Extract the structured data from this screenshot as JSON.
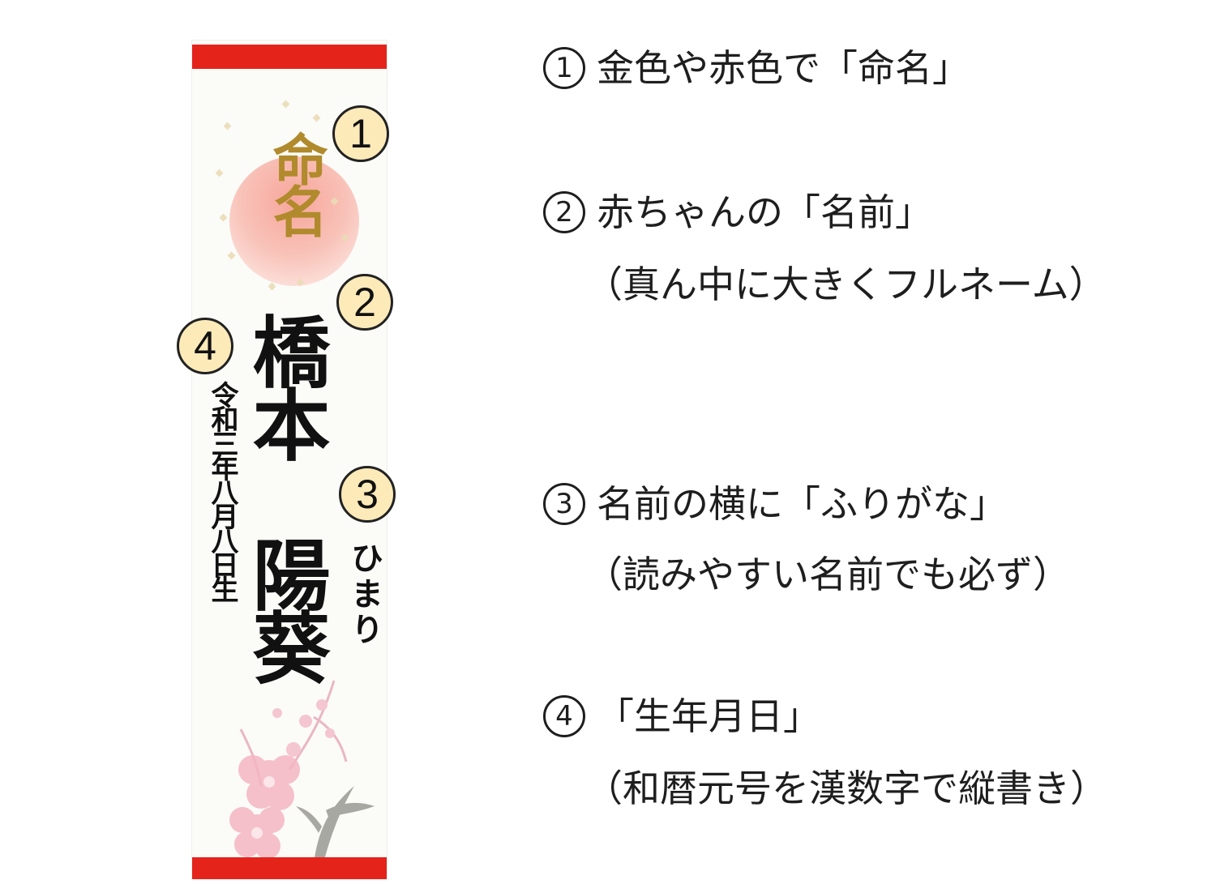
{
  "banner": {
    "title": "命名",
    "surname": "橋本",
    "given_name": "陽葵",
    "furigana": "ひまり",
    "birthdate": "令和三年八月八日生"
  },
  "badges": [
    "1",
    "2",
    "3",
    "4"
  ],
  "explanations": [
    {
      "number": "1",
      "text": "金色や赤色で「命名」",
      "sub": ""
    },
    {
      "number": "2",
      "text": "赤ちゃんの「名前」",
      "sub": "（真ん中に大きくフルネーム）"
    },
    {
      "number": "3",
      "text": "名前の横に「ふりがな」",
      "sub": "（読みやすい名前でも必ず）"
    },
    {
      "number": "4",
      "text": "「生年月日」",
      "sub": "（和暦元号を漢数字で縦書き）"
    }
  ],
  "colors": {
    "bar_red": "#e4231b",
    "title_gold": "#b08a2c",
    "badge_fill": "#fdeab9",
    "sun_pink": "#f7a59a",
    "blossom_pink": "#f4b6c2"
  }
}
